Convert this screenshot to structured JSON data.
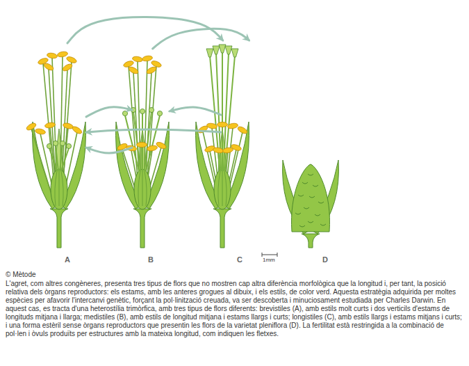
{
  "diagram": {
    "caption": "L'agret, com altres congèneres, presenta tres tipus de flors que no mostren cap altra diferència morfològica que la longitud i, per tant, la posició relativa dels òrgans reproductors: els estams, amb les anteres grogues al dibuix, i els estils, de color verd. Aquesta estratègia adquirida per moltes espècies per afavorir l'intercanvi genètic, forçant la pol·linització creuada, va ser descoberta i minuciosament estudiada per Charles Darwin. En aquest cas, es tracta d'una heterostília trimòrfica, amb tres tipus de flors diferents: brevistiles (A), amb estils molt curts i dos verticils d'estams de longituds mitjana i llarga; medistiles (B), amb estils de longitud mitjana i estams llargs i curts; longistiles (C), amb estils llargs i estams mitjans i curts; i una forma estèril sense òrgans reproductors que presentin les flors de la varietat pleniflora (D). La fertilitat està restringida a la combinació de pol·len i òvuls produïts per estructures amb la mateixa longitud, com indiquen les fletxes.",
    "nodes": [
      {
        "text": [
          "A"
        ]
      },
      {
        "text": [
          "B"
        ]
      },
      {
        "text": [
          "C"
        ]
      },
      {
        "text": [
          "D"
        ]
      }
    ],
    "edges": [
      {
        "from": 0,
        "to": 2,
        "arrow": "to"
      },
      {
        "from": 1,
        "to": 2,
        "arrow": "to"
      },
      {
        "from": 0,
        "to": 1,
        "arrow": "to"
      },
      {
        "from": 2,
        "to": 1,
        "arrow": "to"
      },
      {
        "from": 1,
        "to": 0,
        "arrow": "to"
      },
      {
        "from": 2,
        "to": 0,
        "arrow": "to"
      }
    ],
    "labels": [
      "1mm",
      "© Mètode"
    ]
  }
}
